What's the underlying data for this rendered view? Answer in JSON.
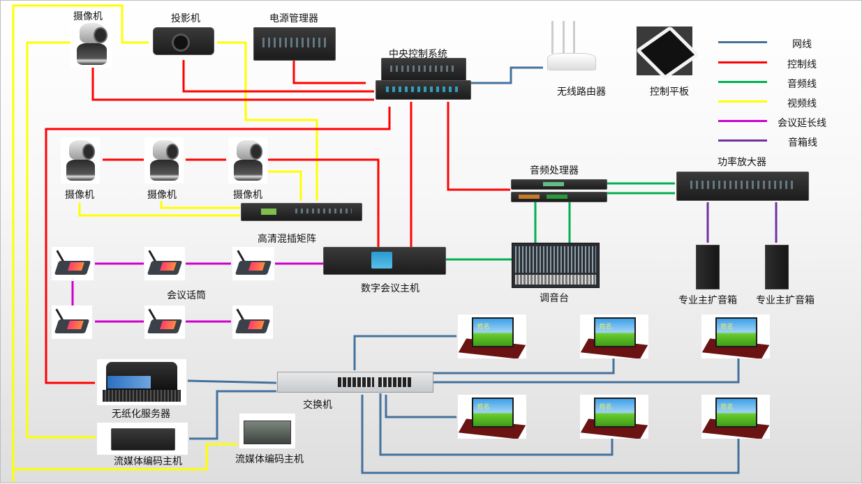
{
  "legend": {
    "items": [
      {
        "label": "网线",
        "color": "#44719c"
      },
      {
        "label": "控制线",
        "color": "#ff0000"
      },
      {
        "label": "音频线",
        "color": "#00b050"
      },
      {
        "label": "视频线",
        "color": "#ffff00"
      },
      {
        "label": "会议延长线",
        "color": "#cc00cc"
      },
      {
        "label": "音箱线",
        "color": "#7030a0"
      }
    ]
  },
  "devices": {
    "camera_top": "摄像机",
    "projector": "投影机",
    "power_manager": "电源管理器",
    "central_control": "中央控制系统",
    "wireless_router": "无线路由器",
    "control_tablet": "控制平板",
    "camera_1": "摄像机",
    "camera_2": "摄像机",
    "camera_3": "摄像机",
    "hd_matrix": "高清混插矩阵",
    "conference_mics": "会议话筒",
    "digital_conference_host": "数字会议主机",
    "audio_processor": "音频处理器",
    "power_amplifier": "功率放大器",
    "mixer": "调音台",
    "speaker_1": "专业主扩音箱",
    "speaker_2": "专业主扩音箱",
    "paperless_server": "无纸化服务器",
    "switch": "交换机",
    "streaming_encoder_1": "流媒体编码主机",
    "streaming_encoder_2": "流媒体编码主机",
    "terminal_name_text": "姓名"
  }
}
